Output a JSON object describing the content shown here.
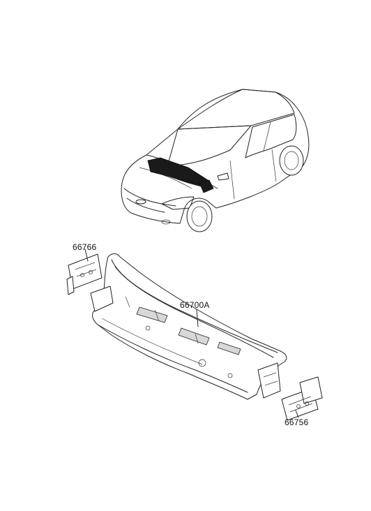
{
  "parts": [
    {
      "number": "66766"
    },
    {
      "number": "66700A"
    },
    {
      "number": "66756"
    }
  ],
  "colors": {
    "line": "#222222",
    "highlight": "#1a1a1a",
    "background": "#ffffff"
  }
}
